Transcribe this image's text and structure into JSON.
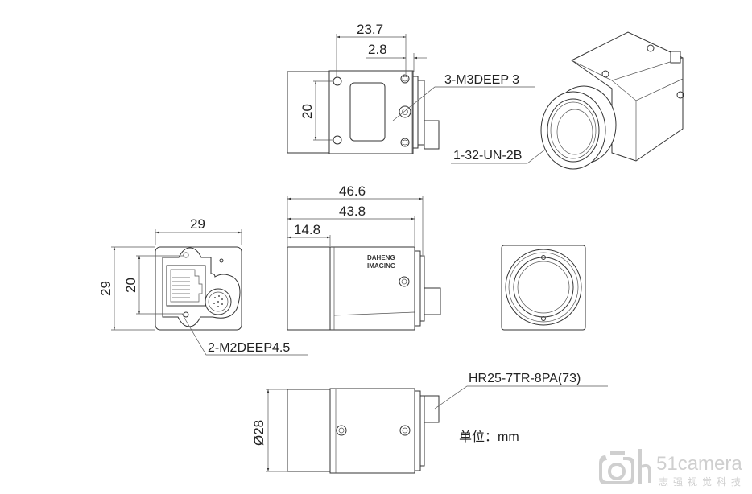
{
  "title": "Camera dimension drawing",
  "top_view": {
    "dim_width": "23.7",
    "dim_offset": "2.8",
    "dim_hole_spacing": "20",
    "callout_holes": "3-M3DEEP 3",
    "callout_mount": "1-32-UN-2B"
  },
  "back_view": {
    "dim_width": "29",
    "dim_height": "29",
    "dim_hole_spacing": "20",
    "callout_holes": "2-M2DEEP4.5"
  },
  "side_view": {
    "dim_total": "46.6",
    "dim_body": "43.8",
    "dim_lens": "14.8",
    "logo_line1": "DAHENG",
    "logo_line2": "IMAGING"
  },
  "bottom_view": {
    "dim_diameter": "Ø28",
    "callout_connector": "HR25-7TR-8PA(73)"
  },
  "units_label": "单位：mm",
  "watermark": {
    "brand": "51camera",
    "subtitle": "志强视觉科技"
  }
}
